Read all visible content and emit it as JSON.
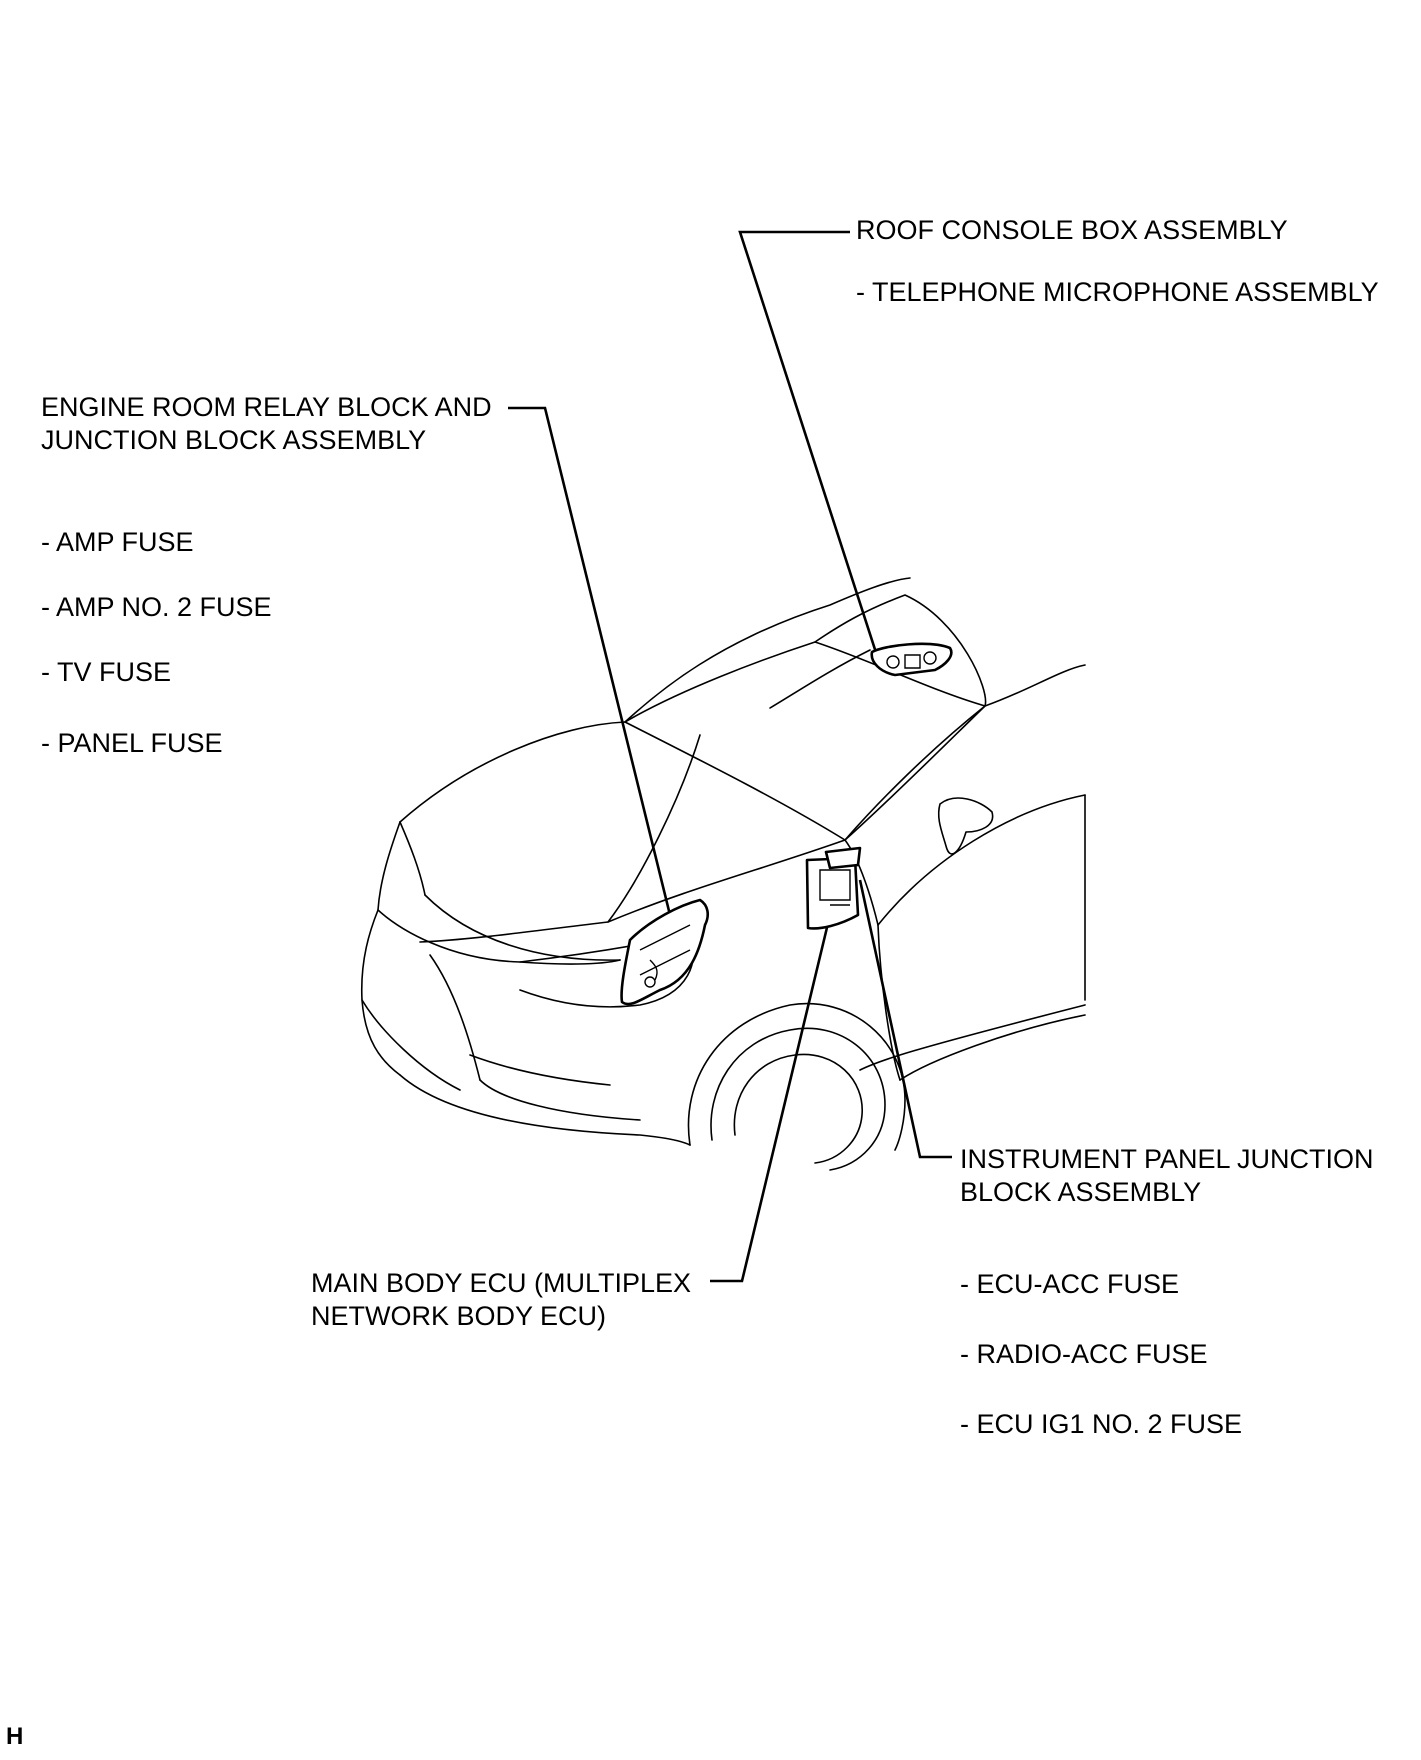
{
  "labels": {
    "roof_title": "ROOF CONSOLE BOX ASSEMBLY",
    "roof_sub": "- TELEPHONE MICROPHONE ASSEMBLY",
    "engine_title_1": "ENGINE ROOM RELAY BLOCK AND",
    "engine_title_2": "JUNCTION BLOCK ASSEMBLY",
    "engine_items": [
      "- AMP FUSE",
      "- AMP NO. 2 FUSE",
      "- TV FUSE",
      "- PANEL FUSE"
    ],
    "ip_title_1": "INSTRUMENT PANEL JUNCTION",
    "ip_title_2": "BLOCK ASSEMBLY",
    "ip_items": [
      "- ECU-ACC FUSE",
      "- RADIO-ACC FUSE",
      "- ECU IG1 NO. 2 FUSE"
    ],
    "ecu_title_1": "MAIN BODY ECU (MULTIPLEX",
    "ecu_title_2": "NETWORK BODY ECU)",
    "corner_mark": "H"
  },
  "colors": {
    "line": "#000000",
    "background": "#ffffff"
  }
}
